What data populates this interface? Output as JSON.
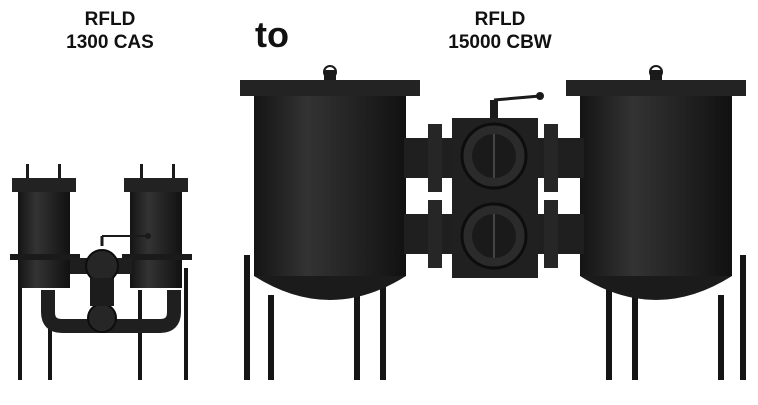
{
  "labels": {
    "small": {
      "line1": "RFLD",
      "line2": "1300 CAS"
    },
    "connector": "to",
    "large": {
      "line1": "RFLD",
      "line2": "15000 CBW"
    }
  },
  "colors": {
    "body": "#1e1e1e",
    "highlight": "#3a3a3a",
    "legs": "#151515",
    "background": "#ffffff"
  }
}
